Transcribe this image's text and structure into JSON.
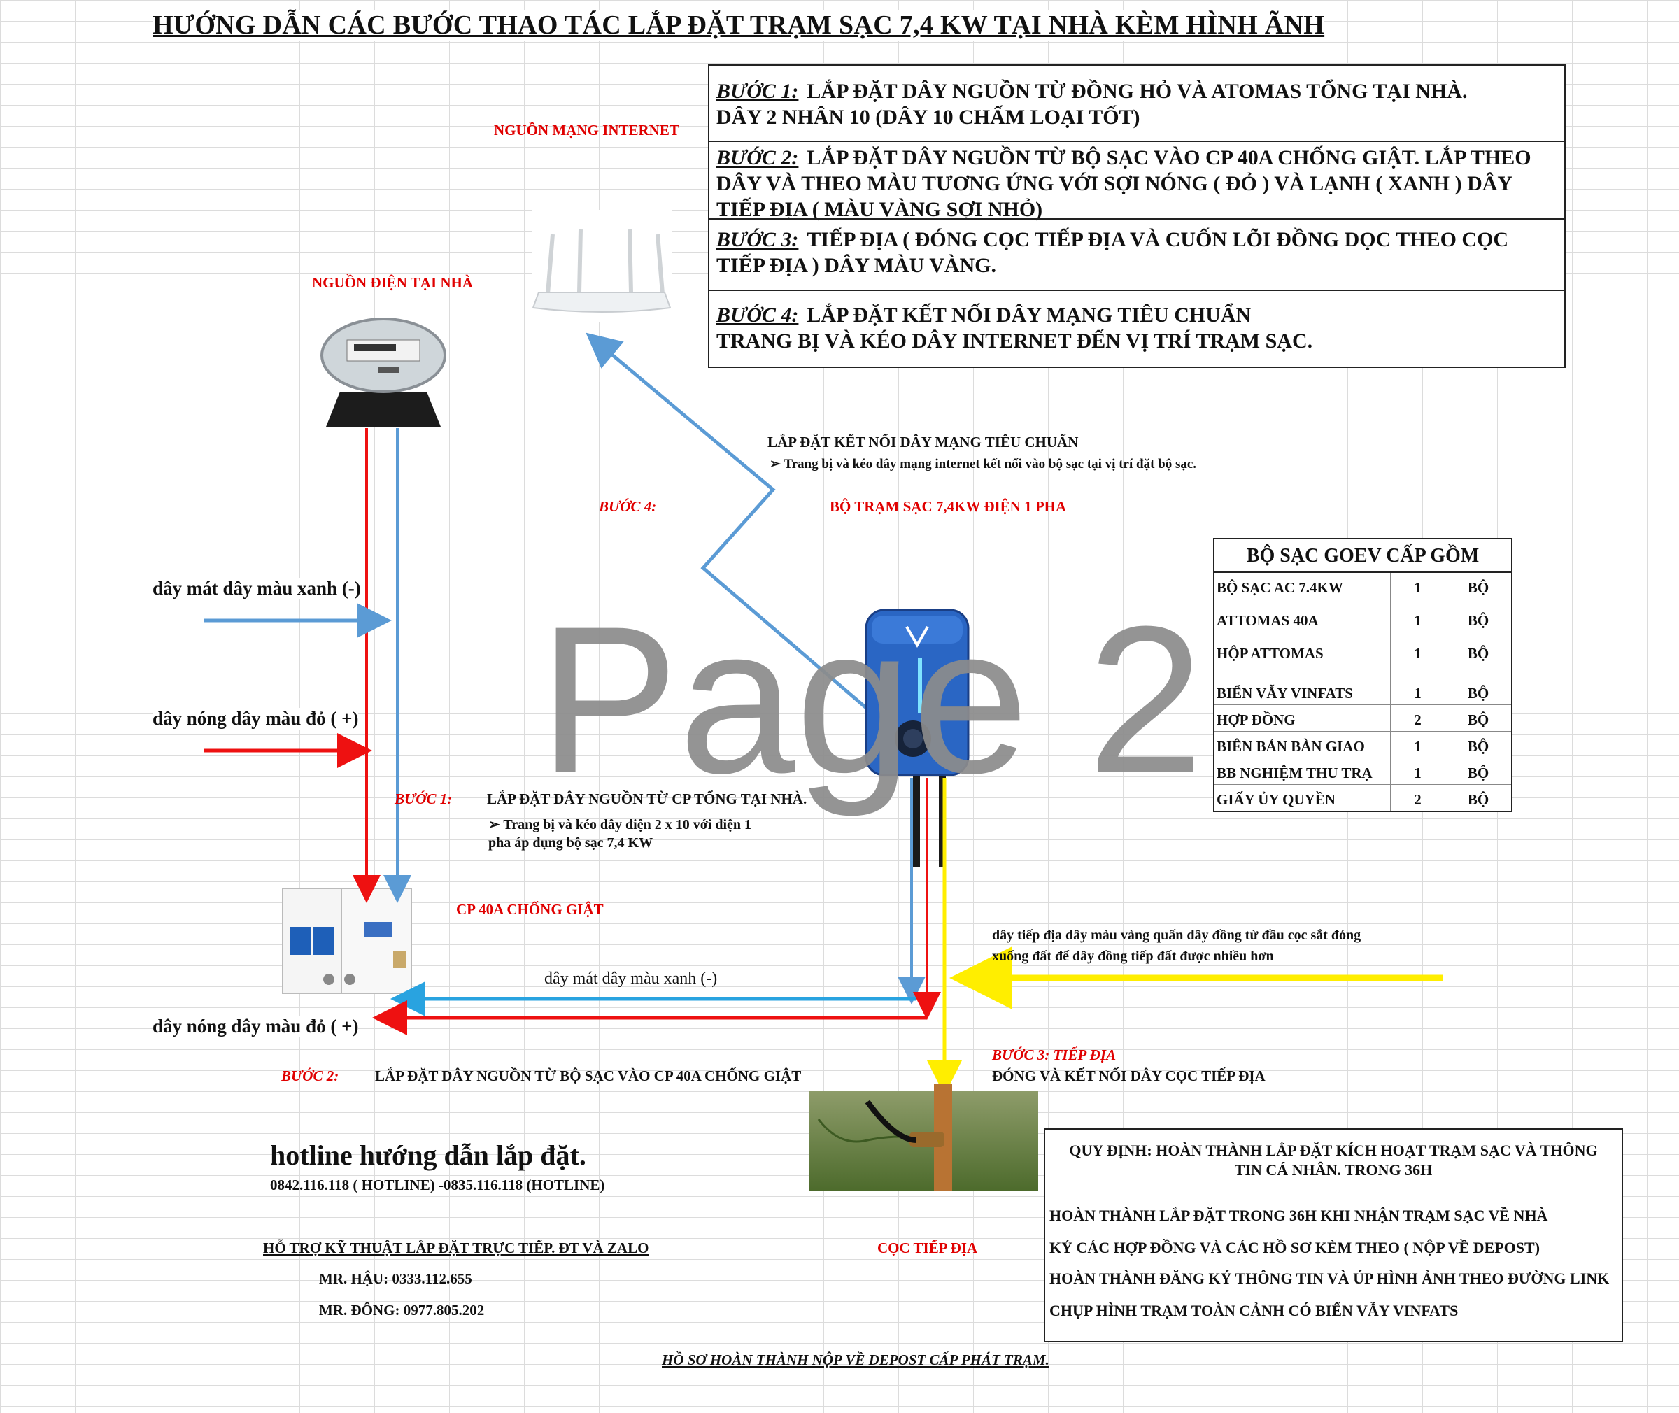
{
  "title": "HƯỚNG DẪN CÁC BƯỚC THAO TÁC LẮP ĐẶT TRẠM SẠC 7,4 KW TẠI NHÀ KÈM HÌNH ÃNH",
  "steps": [
    {
      "label": "BƯỚC 1:",
      "text": "LẮP ĐẶT DÂY NGUỒN TỪ ĐỒNG HỎ VÀ ATOMAS TỔNG TẠI NHÀ.",
      "text2": "DÂY 2 NHÂN 10 (DÂY 10 CHẤM LOẠI TỐT)"
    },
    {
      "label": "BƯỚC 2:",
      "text": "LẮP ĐẶT DÂY NGUỒN TỪ BỘ SẠC VÀO CP 40A CHỐNG GIẬT. LẮP THEO",
      "text2": "DÂY VÀ THEO MÀU TƯƠNG ỨNG VỚI SỢI NÓNG ( ĐỎ ) VÀ LẠNH ( XANH )  DÂY",
      "text3": "TIẾP ĐỊA ( MÀU VÀNG SỢI NHỎ)"
    },
    {
      "label": "BƯỚC 3:",
      "text": "TIẾP ĐỊA ( ĐÓNG CỌC TIẾP ĐỊA VÀ CUỐN LÕI ĐỒNG DỌC THEO CỌC",
      "text2": "TIẾP ĐỊA ) DÂY MÀU VÀNG."
    },
    {
      "label": "BƯỚC 4:",
      "text": "LẮP ĐẶT KẾT NỐI DÂY MẠNG TIÊU CHUẨN",
      "text2": "TRANG BỊ VÀ KÉO DÂY INTERNET ĐẾN VỊ TRÍ TRẠM SẠC."
    }
  ],
  "labels": {
    "internet_source": "NGUỒN MẠNG INTERNET",
    "home_power": "NGUỒN ĐIỆN TẠI NHÀ",
    "network_title": "LẮP ĐẶT KẾT NỐI DÂY MẠNG TIÊU CHUẨN",
    "network_bullet": "➢    Trang bị và kéo dây mạng internet kết nối vào bộ sạc tại vị trí đặt bộ sạc.",
    "step4": "BƯỚC 4:",
    "station": "BỘ TRẠM SẠC 7,4KW ĐIỆN 1 PHA",
    "neutral_top": "dây mát dây màu xanh (-)",
    "live_top": "dây nóng dây màu đỏ ( +)",
    "step1": "BƯỚC 1:",
    "step1_title": "LẮP ĐẶT DÂY NGUỒN TỪ CP TỔNG TẠI NHÀ.",
    "step1_bullet": "➢    Trang bị và kéo dây điện 2 x 10  với điện 1",
    "step1_bullet2": "pha áp dụng bộ sạc 7,4 KW",
    "cp40": "CP 40A CHỐNG GIẬT",
    "ground_note": "dây tiếp địa dây màu vàng quấn dây đồng  từ đầu cọc sắt đóng",
    "ground_note2": "xuống đất để  dây đồng tiếp đất được nhiều hơn",
    "neutral_mid": "dây mát dây màu xanh (-)",
    "live_bottom": "dây nóng dây màu đỏ ( +)",
    "step3": "BƯỚC 3: TIẾP ĐỊA",
    "step3_text": "ĐÓNG VÀ KẾT NỐI DÂY CỌC TIẾP ĐỊA",
    "step2": "BƯỚC 2:",
    "step2_text": "LẮP ĐẶT DÂY NGUỒN TỪ BỘ SẠC VÀO CP 40A CHỐNG GIẬT",
    "ground_rod": "CỌC TIẾP ĐỊA",
    "watermark": "Page 2"
  },
  "hotline": {
    "title": "hotline hướng dẫn lắp đặt.",
    "numbers": "0842.116.118 ( HOTLINE) -0835.116.118 (HOTLINE)",
    "support": "HỖ TRỢ KỸ THUẬT LẮP ĐẶT TRỰC TIẾP.  ĐT VÀ ZALO",
    "contact1": "MR. HẬU: 0333.112.655",
    "contact2": "MR. ĐÔNG: 0977.805.202"
  },
  "kit": {
    "title": "BỘ SẠC GOEV CẤP GỒM",
    "rows": [
      {
        "name": "BỘ SẠC AC 7.4KW",
        "qty": "1",
        "unit": "BỘ"
      },
      {
        "name": "ATTOMAS 40A",
        "qty": "1",
        "unit": "BỘ"
      },
      {
        "name": "HỘP ATTOMAS",
        "qty": "1",
        "unit": "BỘ"
      },
      {
        "name": "BIỂN VẪY VINFATS",
        "qty": "1",
        "unit": "BỘ"
      },
      {
        "name": "HỢP ĐỒNG",
        "qty": "2",
        "unit": "BỘ"
      },
      {
        "name": "BIÊN BẢN BÀN GIAO",
        "qty": "1",
        "unit": "BỘ"
      },
      {
        "name": "BB NGHIỆM THU TRẠ",
        "qty": "1",
        "unit": "BỘ"
      },
      {
        "name": "GIẤY ỦY QUYỀN",
        "qty": "2",
        "unit": "BỘ"
      }
    ]
  },
  "rules": {
    "head": "QUY ĐỊNH:  HOÀN THÀNH LẮP ĐẶT KÍCH HOẠT TRẠM SẠC VÀ THÔNG",
    "head2": "TIN CÁ NHÂN.  TRONG 36H",
    "items": [
      "HOÀN THÀNH LẮP ĐẶT TRONG 36H KHI NHẬN TRẠM SẠC VỀ NHÀ",
      "KÝ CÁC HỢP ĐỒNG VÀ CÁC HỒ SƠ KÈM THEO ( NỘP VỀ DEPOST)",
      "HOÀN THÀNH ĐĂNG KÝ THÔNG TIN VÀ ÚP HÌNH ẢNH THEO ĐƯỜNG LINK",
      "CHỤP HÌNH TRẠM  TOÀN CẢNH CÓ BIỂN VẪY VINFATS"
    ]
  },
  "footer": "HỒ SƠ HOÀN THÀNH NỘP VỀ DEPOST CẤP PHÁT TRẠM.",
  "colors": {
    "live": "#ee1111",
    "neutral": "#5b9bd5",
    "neutral_bright": "#29a3e0",
    "ground": "#ffee00",
    "charger": "#2a66c4"
  },
  "icons": [
    "router-icon",
    "electric-meter-icon",
    "circuit-breaker-icon",
    "ev-charger-icon",
    "ground-rod-photo"
  ]
}
